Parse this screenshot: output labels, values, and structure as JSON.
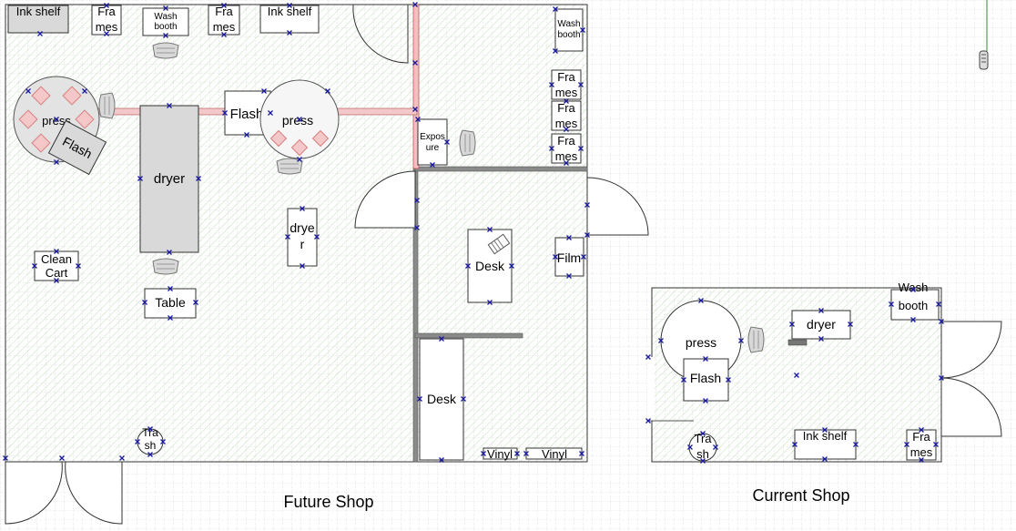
{
  "titles": {
    "future": "Future Shop",
    "current": "Current Shop"
  },
  "future_shop": {
    "ink_shelf_left": "Ink shelf",
    "frames_top_1": [
      "Fra",
      "mes"
    ],
    "wash_booth_top": [
      "Wash",
      "booth"
    ],
    "frames_top_2": [
      "Fra",
      "mes"
    ],
    "ink_shelf_right": "Ink shelf",
    "wash_booth_right": [
      "Wash",
      "booth"
    ],
    "frames_right_1": [
      "Fra",
      "mes"
    ],
    "frames_right_2": [
      "Fra",
      "mes"
    ],
    "frames_right_3": [
      "Fra",
      "mes"
    ],
    "press_left": "press",
    "flash_left": "Flash",
    "dryer_main": "dryer",
    "flash_mid": "Flash",
    "press_mid": "press",
    "exposure": [
      "Expos",
      "ure"
    ],
    "dryer_small": [
      "drye",
      "r"
    ],
    "clean_cart": [
      "Clean",
      "Cart"
    ],
    "table": "Table",
    "desk_upper": "Desk",
    "film": "Film",
    "desk_lower": "Desk",
    "trash": [
      "Tra",
      "sh"
    ],
    "vinyl_1": "Vinyl",
    "vinyl_2": "Vinyl"
  },
  "current_shop": {
    "wash_booth": [
      "Wash",
      "booth"
    ],
    "dryer": "dryer",
    "press": "press",
    "flash": "Flash",
    "trash": [
      "Tra",
      "sh"
    ],
    "ink_shelf": "Ink shelf",
    "frames": [
      "Fra",
      "mes"
    ]
  },
  "colors": {
    "grid": "#c9c9c9",
    "floor_hatch": "#cfe6c9",
    "wall": "#7a7a7a",
    "pipe": "#e8a0a0",
    "handle": "#1a1aa0",
    "grey_fill": "#d9d9d9"
  }
}
